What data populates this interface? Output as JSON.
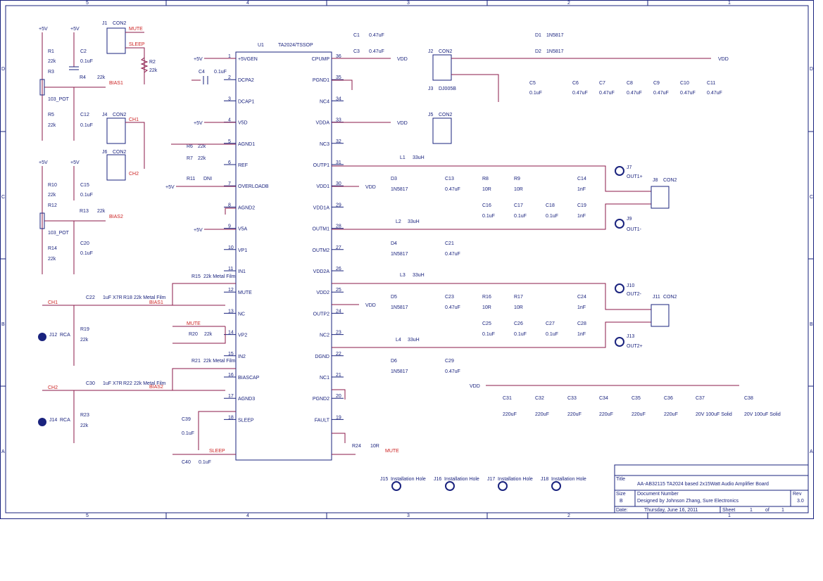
{
  "chart_data": [],
  "frame": {
    "cols_top": [
      "5",
      "4",
      "3",
      "2",
      "1"
    ],
    "rows": [
      "D",
      "C",
      "B",
      "A"
    ]
  },
  "chip": {
    "ref": "U1",
    "part": "TA2024/TSSOP",
    "left_pins": [
      {
        "num": "1",
        "name": "+5VGEN"
      },
      {
        "num": "2",
        "name": "DCPA2"
      },
      {
        "num": "3",
        "name": "DCAP1"
      },
      {
        "num": "4",
        "name": "V5D"
      },
      {
        "num": "5",
        "name": "AGND1"
      },
      {
        "num": "6",
        "name": "REF"
      },
      {
        "num": "7",
        "name": "OVERLOADB"
      },
      {
        "num": "8",
        "name": "AGND2"
      },
      {
        "num": "9",
        "name": "V5A"
      },
      {
        "num": "10",
        "name": "VP1"
      },
      {
        "num": "11",
        "name": "IN1"
      },
      {
        "num": "12",
        "name": "MUTE"
      },
      {
        "num": "13",
        "name": "NC"
      },
      {
        "num": "14",
        "name": "VP2"
      },
      {
        "num": "15",
        "name": "IN2"
      },
      {
        "num": "16",
        "name": "BIASCAP"
      },
      {
        "num": "17",
        "name": "AGND3"
      },
      {
        "num": "18",
        "name": "SLEEP"
      }
    ],
    "right_pins": [
      {
        "num": "36",
        "name": "CPUMP"
      },
      {
        "num": "35",
        "name": "PGND1"
      },
      {
        "num": "34",
        "name": "NC4"
      },
      {
        "num": "33",
        "name": "VDDA"
      },
      {
        "num": "32",
        "name": "NC3"
      },
      {
        "num": "31",
        "name": "OUTP1"
      },
      {
        "num": "30",
        "name": "VDD1"
      },
      {
        "num": "29",
        "name": "VDD1A"
      },
      {
        "num": "28",
        "name": "OUTM1"
      },
      {
        "num": "27",
        "name": "OUTM2"
      },
      {
        "num": "26",
        "name": "VDD2A"
      },
      {
        "num": "25",
        "name": "VDD2"
      },
      {
        "num": "24",
        "name": "OUTP2"
      },
      {
        "num": "23",
        "name": "NC2"
      },
      {
        "num": "22",
        "name": "DGND"
      },
      {
        "num": "21",
        "name": "NC1"
      },
      {
        "num": "20",
        "name": "PGND2"
      },
      {
        "num": "19",
        "name": "FAULT"
      }
    ]
  },
  "labels": {
    "p5v": "+5V",
    "vdd": "VDD",
    "ch1": "CH1",
    "ch2": "CH2",
    "mute": "MUTE",
    "sleep": "SLEEP",
    "bias1": "BIAS1",
    "bias2": "BIAS2",
    "j1": "J1",
    "con2": "CON2",
    "r1": "R1",
    "r2": "R2",
    "r3": "R3",
    "r4": "R4",
    "r5": "R5",
    "r6": "R6",
    "r7": "R7",
    "r8": "R8",
    "r9": "R9",
    "r10": "R10",
    "r11": "R11",
    "r12": "R12",
    "r13": "R13",
    "r14": "R14",
    "r15": "R15",
    "r16": "R16",
    "r17": "R17",
    "r18": "R18",
    "r19": "R19",
    "r20": "R20",
    "r21": "R21",
    "r22": "R22",
    "r23": "R23",
    "r24": "R24",
    "k22": "22k",
    "r10r": "10R",
    "dni": "DNI",
    "pot": "103_POT",
    "uf01": "0.1uF",
    "uf047": "0.47uF",
    "uf220": "220uF",
    "nf1": "1nF",
    "c1": "C1",
    "c2": "C2",
    "c3": "C3",
    "c4": "C4",
    "c5": "C5",
    "c6": "C6",
    "c7": "C7",
    "c8": "C8",
    "c9": "C9",
    "c10": "C10",
    "c11": "C11",
    "c12": "C12",
    "c13": "C13",
    "c14": "C14",
    "c15": "C15",
    "c16": "C16",
    "c17": "C17",
    "c18": "C18",
    "c19": "C19",
    "c20": "C20",
    "c21": "C21",
    "c22": "C22",
    "c23": "C23",
    "c24": "C24",
    "c25": "C25",
    "c26": "C26",
    "c27": "C27",
    "c28": "C28",
    "c29": "C29",
    "c30": "C30",
    "c31": "C31",
    "c32": "C32",
    "c33": "C33",
    "c34": "C34",
    "c35": "C35",
    "c36": "C36",
    "c37": "C37",
    "c38": "C38",
    "c39": "C39",
    "c40": "C40",
    "d1": "D1",
    "d2": "D2",
    "d3": "D3",
    "d4": "D4",
    "d5": "D5",
    "d6": "D6",
    "diode": "1N5817",
    "l1": "L1",
    "l2": "L2",
    "l3": "L3",
    "l4": "L4",
    "uh33": "33uH",
    "j2": "J2",
    "j3": "J3",
    "dj005b": "DJ005B",
    "j4": "J4",
    "j5": "J5",
    "j6": "J6",
    "j7": "J7",
    "j8": "J8",
    "j9": "J9",
    "j10": "J10",
    "j11": "J11",
    "j12": "J12",
    "j13": "J13",
    "j14": "J14",
    "rca": "RCA",
    "out1p": "OUT1+",
    "out1m": "OUT1-",
    "out2m": "OUT2-",
    "out2p": "OUT2+",
    "r15v": "22k Metal Film",
    "r18v": "22k Metal Film",
    "r21v": "22k Metal Film",
    "r22v": "22k Metal Film",
    "c22v": "1uF X7R",
    "c30v": "1uF X7R",
    "c37v": "20V 100uF Solid",
    "c38v": "20V 100uF Solid",
    "j15": "J15",
    "j16": "J16",
    "j17": "J17",
    "j18": "J18",
    "hole": "Installation Hole"
  },
  "title_block": {
    "title_label": "Title",
    "title": "AA-AB32115 TA2024 based 2x15Watt Audio Amplifier Board",
    "size_label": "Size",
    "size": "B",
    "docnum_label": "Document Number",
    "designer": "Designed by Johnson Zhang, Sure Electronics",
    "rev_label": "Rev",
    "rev": "3.0",
    "date_label": "Date:",
    "date": "Thursday, June 16, 2011",
    "sheet_label": "Sheet",
    "sheet": "1",
    "of_label": "of",
    "of": "1"
  }
}
